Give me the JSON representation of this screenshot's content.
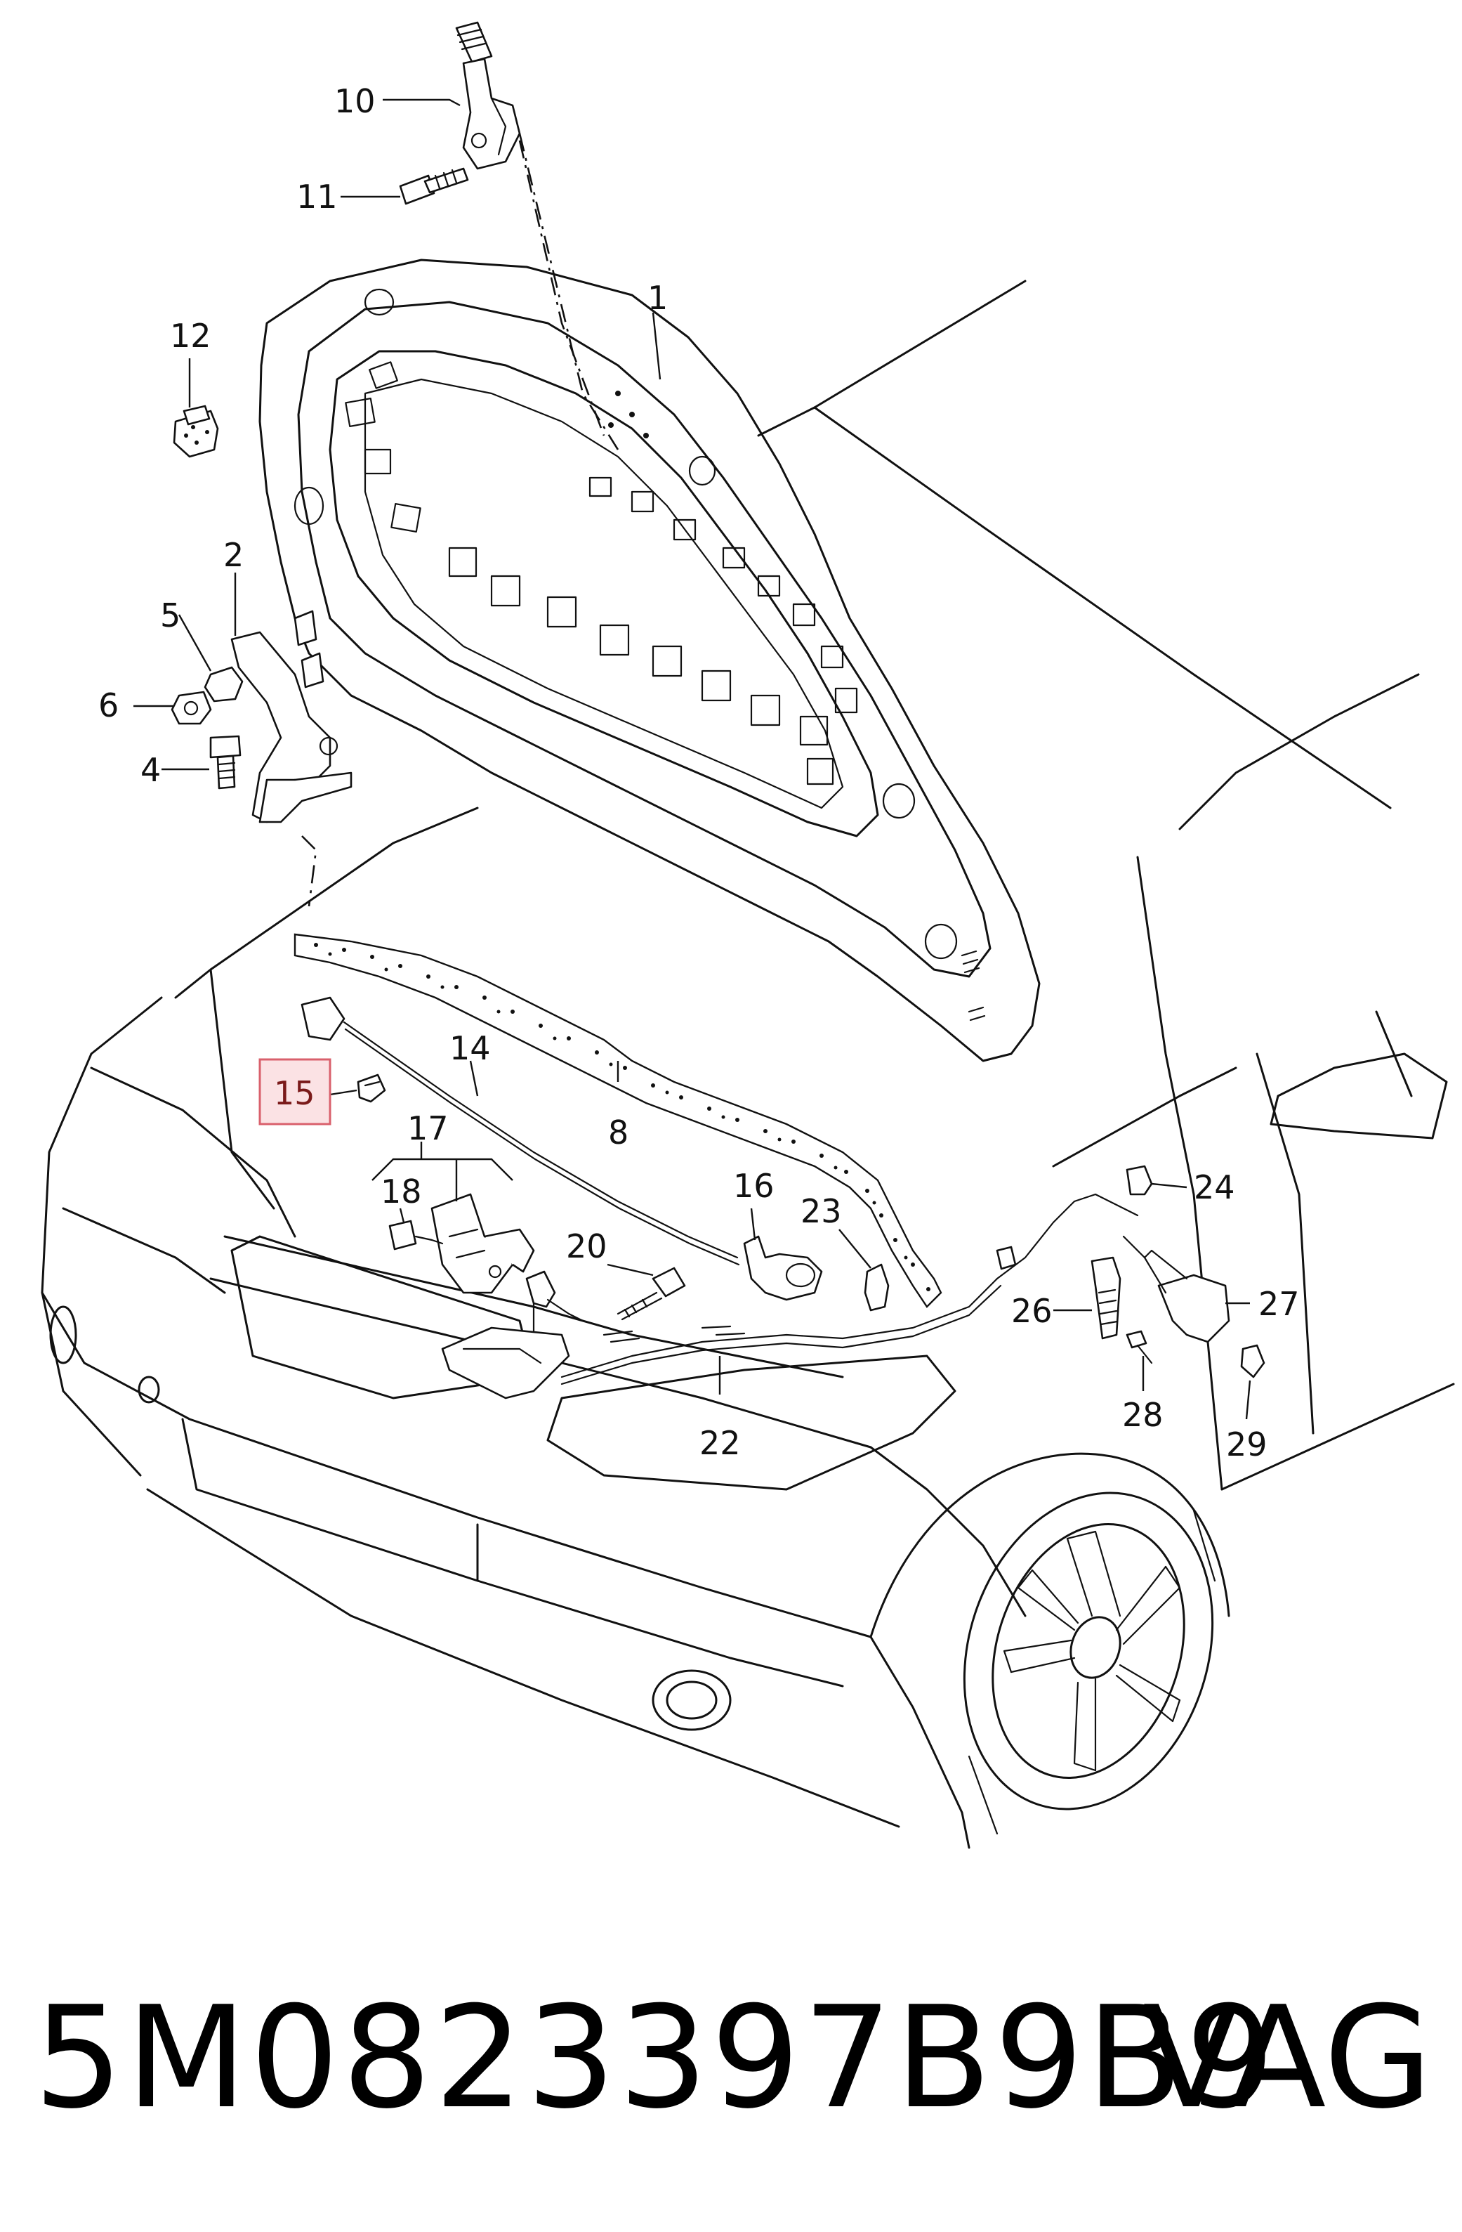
{
  "diagram": {
    "callouts": [
      {
        "id": "1",
        "label": "1"
      },
      {
        "id": "2",
        "label": "2"
      },
      {
        "id": "4",
        "label": "4"
      },
      {
        "id": "5",
        "label": "5"
      },
      {
        "id": "6",
        "label": "6"
      },
      {
        "id": "8",
        "label": "8"
      },
      {
        "id": "10",
        "label": "10"
      },
      {
        "id": "11",
        "label": "11"
      },
      {
        "id": "12",
        "label": "12"
      },
      {
        "id": "14",
        "label": "14"
      },
      {
        "id": "15",
        "label": "15",
        "highlighted": true
      },
      {
        "id": "16",
        "label": "16"
      },
      {
        "id": "17",
        "label": "17"
      },
      {
        "id": "18",
        "label": "18"
      },
      {
        "id": "20",
        "label": "20"
      },
      {
        "id": "22",
        "label": "22"
      },
      {
        "id": "23",
        "label": "23"
      },
      {
        "id": "24",
        "label": "24"
      },
      {
        "id": "26",
        "label": "26"
      },
      {
        "id": "27",
        "label": "27"
      },
      {
        "id": "28",
        "label": "28"
      },
      {
        "id": "29",
        "label": "29"
      }
    ],
    "highlight_color": "#fbe2e4"
  },
  "footer": {
    "part_number": "5M0823397B9B9",
    "brand": "VAG"
  }
}
